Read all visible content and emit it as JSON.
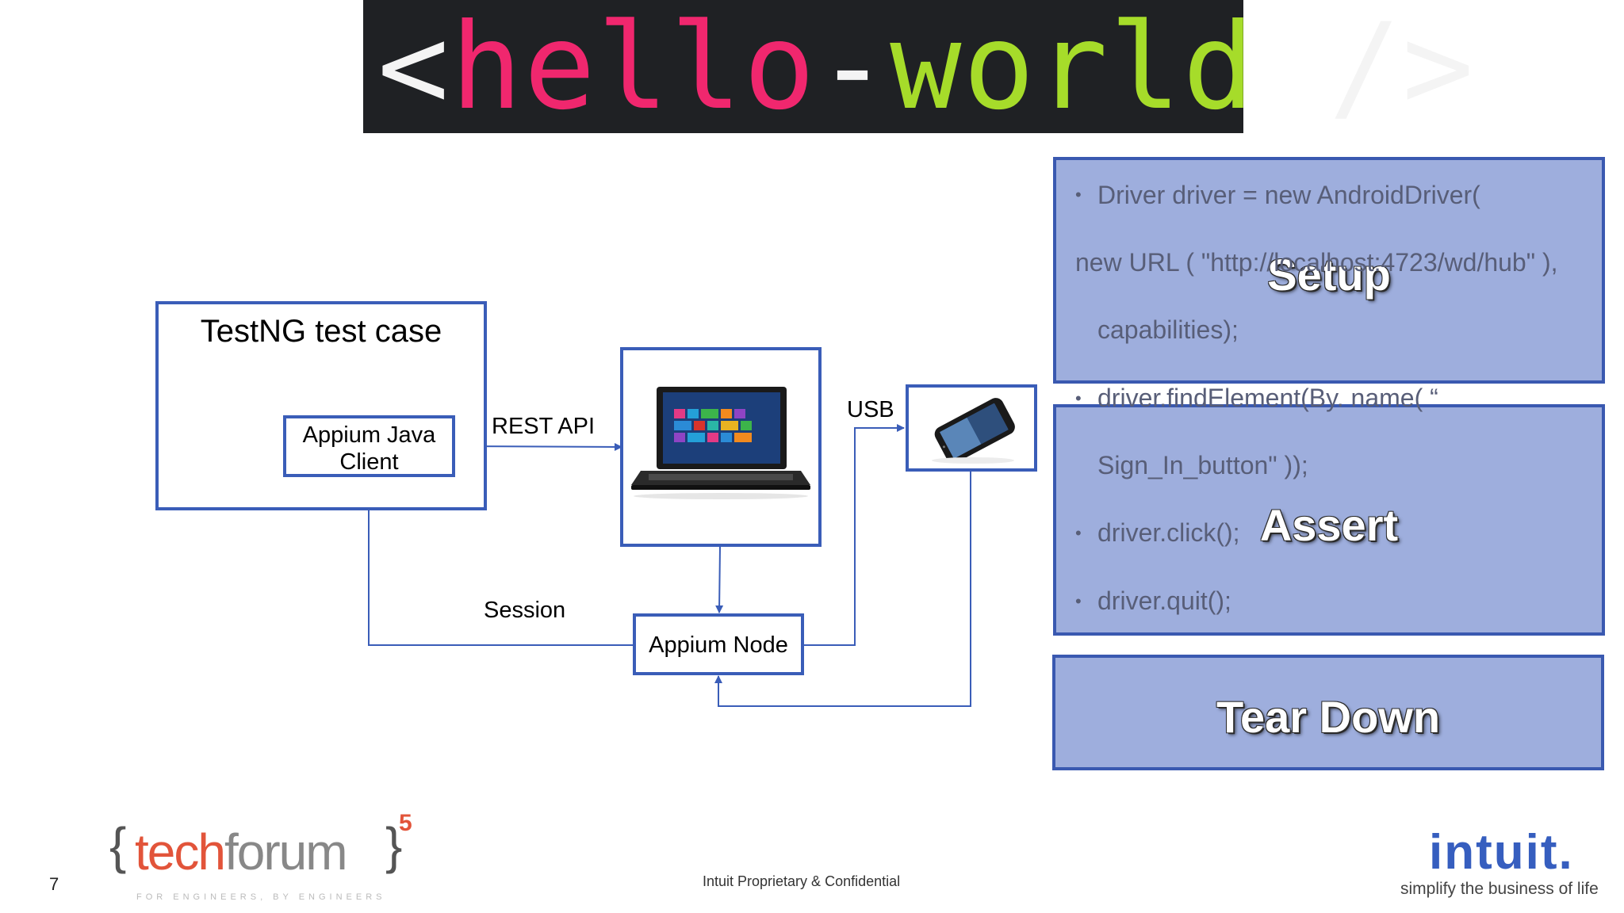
{
  "banner": {
    "lt": "<",
    "hello": "hello",
    "dash": "-",
    "world": "world",
    "close": " />"
  },
  "diagram": {
    "testng_title": "TestNG test case",
    "java_client_line1": "Appium Java",
    "java_client_line2": "Client",
    "rest_api": "REST API",
    "usb": "USB",
    "session": "Session",
    "appium_node": "Appium Node"
  },
  "panels": {
    "setup": "Setup",
    "assert": "Assert",
    "teardown": "Tear Down"
  },
  "code": {
    "line1": "Driver driver = new AndroidDriver(",
    "line2": "new URL ( \"http://localhost:4723/wd/hub\" ),",
    "line3": "capabilities);",
    "line4": "driver.findElement(By. name( “",
    "line5": "Sign_In_button\" ));",
    "line6": "driver.click();",
    "line7": "driver.quit();"
  },
  "footer": {
    "page_number": "7",
    "logo_brace_open": "{",
    "logo_tech": "tech",
    "logo_forum": "forum",
    "logo_brace_close": "}",
    "logo_superscript": "5",
    "logo_tagline": "FOR ENGINEERS, BY ENGINEERS",
    "confidential": "Intuit Proprietary & Confidential",
    "intuit_logo": "intuit.",
    "intuit_tagline": "simplify the business of life"
  },
  "colors": {
    "banner_bg": "#1f2124",
    "pink": "#f0276e",
    "green": "#a6dc2a",
    "box_border": "#3a5db8",
    "panel_fill": "#9eaedd",
    "intuit_blue": "#365ebf"
  },
  "icons": {
    "laptop": "laptop-icon",
    "phone": "smartphone-icon"
  }
}
